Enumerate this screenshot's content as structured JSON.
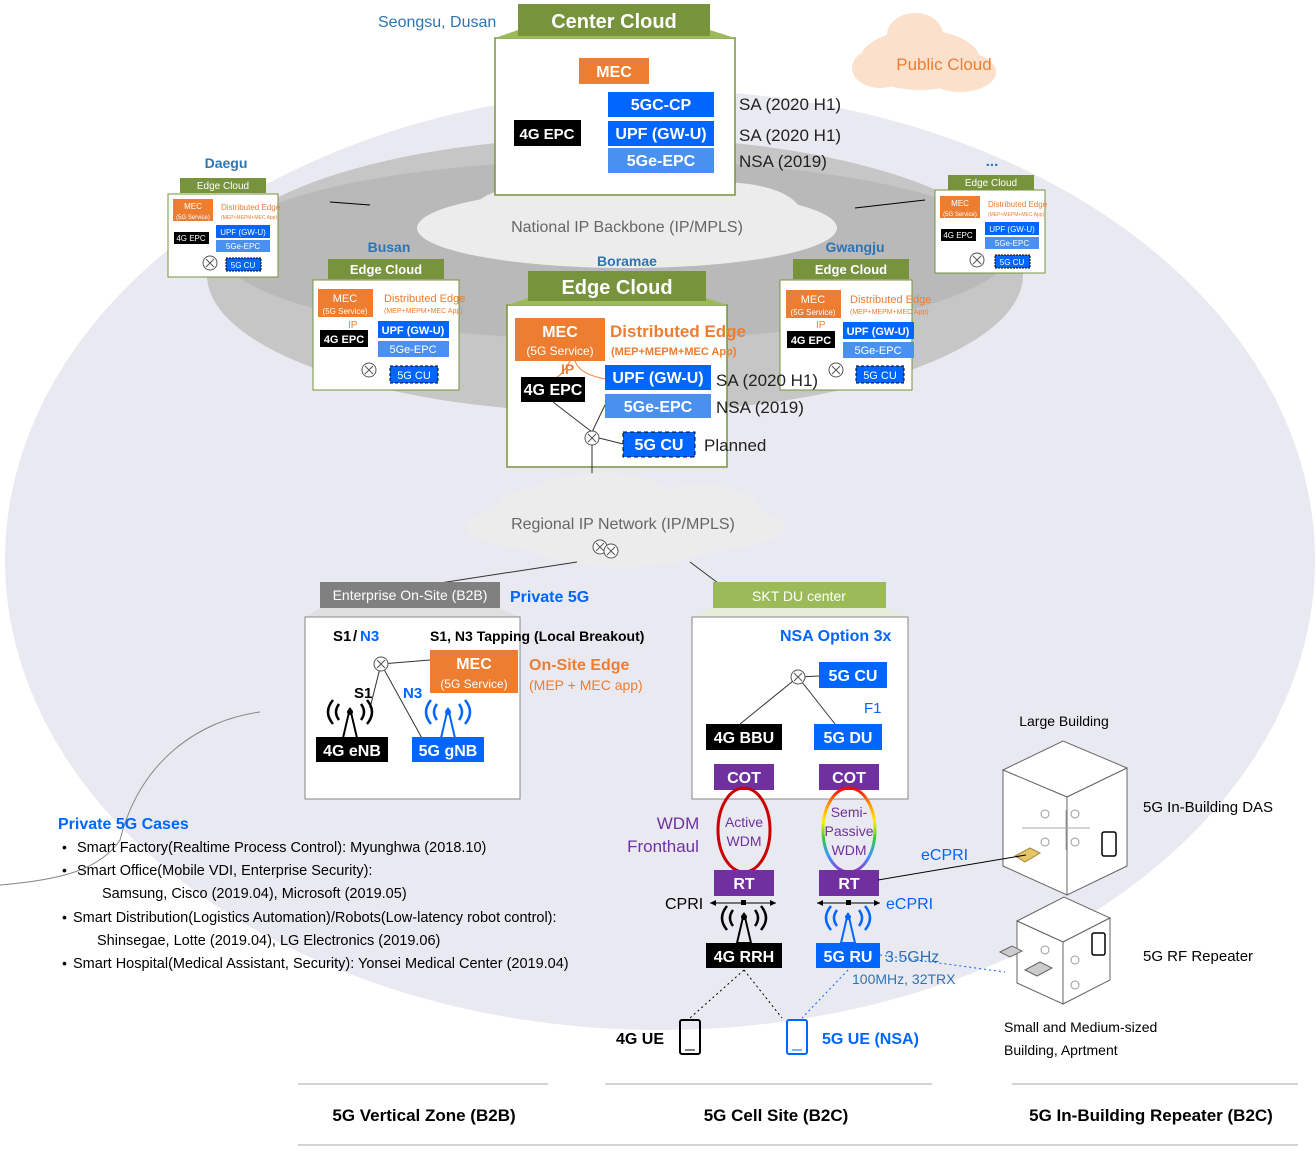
{
  "colors": {
    "green": "#77933c",
    "greenLight": "#9bbb59",
    "orange": "#ed7d31",
    "blue": "#0066ff",
    "blueLight": "#4a90f0",
    "black": "#000000",
    "purple": "#7030a0",
    "gray": "#808080",
    "textBlue": "#2e74b5",
    "ellipseOuter": "#e8e8f0",
    "ellipseInner": "#c8c8c8"
  },
  "center": {
    "location": "Seongsu, Dusan",
    "title": "Center Cloud",
    "mec": "MEC",
    "epc4g": "4G EPC",
    "cp5g": "5GC-CP",
    "upf": "UPF (GW-U)",
    "epc5ge": "5Ge-EPC",
    "sa1": "SA (2020 H1)",
    "sa2": "SA (2020 H1)",
    "nsa": "NSA (2019)"
  },
  "public_cloud": "Public Cloud",
  "national_backbone": "National IP Backbone (IP/MPLS)",
  "regional_network": "Regional IP Network (IP/MPLS)",
  "small_edge": {
    "title": "Edge Cloud",
    "mec": "MEC",
    "mec_sub": "(5G Service)",
    "dist": "Distributed Edge",
    "dist_sub": "(MEP+MEPM+MEC App)",
    "ip": "IP",
    "epc4g": "4G EPC",
    "upf": "UPF (GW-U)",
    "epc5ge": "5Ge-EPC",
    "cu": "5G CU"
  },
  "edges": {
    "daegu": "Daegu",
    "ellipsis": "...",
    "busan": "Busan",
    "gwangju": "Gwangju",
    "boramae": "Boramae"
  },
  "boramae": {
    "title": "Edge Cloud",
    "mec": "MEC",
    "mec_sub": "(5G Service)",
    "dist": "Distributed Edge",
    "dist_sub": "(MEP+MEPM+MEC App)",
    "ip": "IP",
    "epc4g": "4G EPC",
    "upf": "UPF (GW-U)",
    "epc5ge": "5Ge-EPC",
    "cu": "5G CU",
    "sa": "SA (2020 H1)",
    "nsa": "NSA (2019)",
    "planned": "Planned"
  },
  "enterprise": {
    "title": "Enterprise On-Site (B2B)",
    "private5g": "Private 5G",
    "s1": "S1",
    "slash": "/",
    "n3": "N3",
    "tapping": "S1, N3 Tapping (Local Breakout)",
    "mec": "MEC",
    "mec_sub": "(5G Service)",
    "onsite": "On-Site Edge",
    "onsite_sub": "(MEP + MEC app)",
    "s1b": "S1",
    "n3b": "N3",
    "enb": "4G eNB",
    "gnb": "5G gNB"
  },
  "du_center": {
    "title": "SKT DU center",
    "nsa": "NSA Option 3x",
    "cu": "5G CU",
    "f1": "F1",
    "bbu": "4G BBU",
    "du": "5G DU",
    "cot1": "COT",
    "cot2": "COT",
    "active1": "Active",
    "active2": "WDM",
    "semi1": "Semi-",
    "semi2": "Passive",
    "semi3": "WDM",
    "wdm1": "WDM",
    "wdm2": "Fronthaul",
    "rt1": "RT",
    "rt2": "RT",
    "cpri": "CPRI",
    "ecpri1": "eCPRI",
    "ecpri2": "eCPRI",
    "rrh": "4G RRH",
    "ru": "5G RU",
    "freq": "3.5GHz",
    "freq_sub": "100MHz, 32TRX",
    "ue4g": "4G UE",
    "ue5g": "5G UE (NSA)"
  },
  "buildings": {
    "large": "Large Building",
    "das": "5G In-Building DAS",
    "repeater": "5G RF Repeater",
    "small1": "Small and Medium-sized",
    "small2": "Building, Aprtment"
  },
  "cases": {
    "title": "Private 5G Cases",
    "line1": "Smart Factory(Realtime Process Control): Myunghwa (2018.10)",
    "line2": "Smart Office(Mobile VDI, Enterprise Security):",
    "line2b": "Samsung, Cisco (2019.04), Microsoft (2019.05)",
    "line3": "Smart Distribution(Logistics Automation)/Robots(Low-latency robot control):",
    "line3b": "Shinsegae, Lotte (2019.04), LG Electronics (2019.06)",
    "line4": "Smart Hospital(Medical Assistant, Security): Yonsei Medical Center (2019.04)"
  },
  "zones": {
    "b2b": "5G Vertical Zone (B2B)",
    "cell": "5G Cell Site (B2C)",
    "repeater": "5G In-Building Repeater (B2C)"
  }
}
